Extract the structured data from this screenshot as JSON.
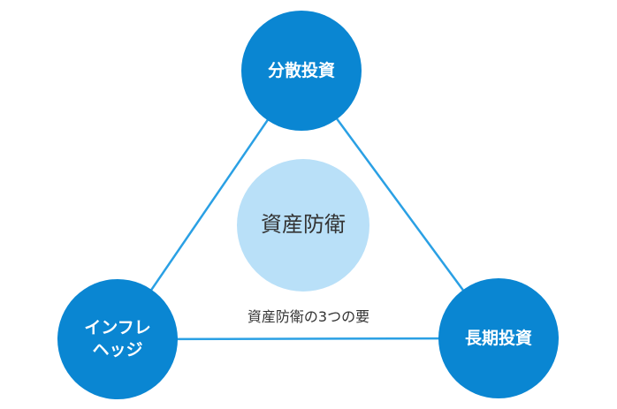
{
  "diagram": {
    "nodes": {
      "top": {
        "label": "分散投資"
      },
      "left": {
        "line1": "インフレ",
        "line2": "ヘッジ"
      },
      "right": {
        "label": "長期投資"
      },
      "center": {
        "label": "資産防衛"
      }
    },
    "caption": "資産防衛の3つの要"
  },
  "colors": {
    "outer_circle": "#0a86d2",
    "inner_circle": "#b9e0f8",
    "edge_line": "#2aa0e4",
    "text_dark": "#333333",
    "text_light": "#ffffff"
  }
}
